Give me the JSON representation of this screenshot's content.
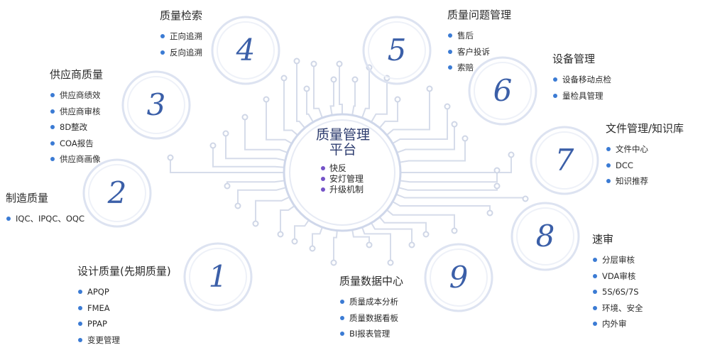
{
  "center": {
    "title": "质量管理",
    "subtitle": "平台",
    "items": [
      "快反",
      "安灯管理",
      "升级机制"
    ]
  },
  "modules": [
    {
      "number": "1",
      "title": "设计质量(先期质量)",
      "items": [
        "APQP",
        "FMEA",
        "PPAP",
        "变更管理"
      ]
    },
    {
      "number": "2",
      "title": "制造质量",
      "items": [
        "IQC、IPQC、OQC"
      ]
    },
    {
      "number": "3",
      "title": "供应商质量",
      "items": [
        "供应商绩效",
        "供应商审核",
        "8D整改",
        "COA报告",
        "供应商画像"
      ]
    },
    {
      "number": "4",
      "title": "质量检索",
      "items": [
        "正向追溯",
        "反向追溯"
      ]
    },
    {
      "number": "5",
      "title": "质量问题管理",
      "items": [
        "售后",
        "客户投诉",
        "索赔"
      ]
    },
    {
      "number": "6",
      "title": "设备管理",
      "items": [
        "设备移动点检",
        "量检具管理"
      ]
    },
    {
      "number": "7",
      "title": "文件管理/知识库",
      "items": [
        "文件中心",
        "DCC",
        "知识推荐"
      ]
    },
    {
      "number": "8",
      "title": "速审",
      "items": [
        "分层审核",
        "VDA审核",
        "5S/6S/7S",
        "环境、安全",
        "内外审"
      ]
    },
    {
      "number": "9",
      "title": "质量数据中心",
      "items": [
        "质量成本分析",
        "质量数据看板",
        "BI报表管理"
      ]
    }
  ],
  "colors": {
    "number": "#3b5fa8",
    "bullet": "#3b7bd4",
    "hub_bullet": "#7452c7",
    "ring": "#dde3f1",
    "circuit": "#d6dcea"
  }
}
